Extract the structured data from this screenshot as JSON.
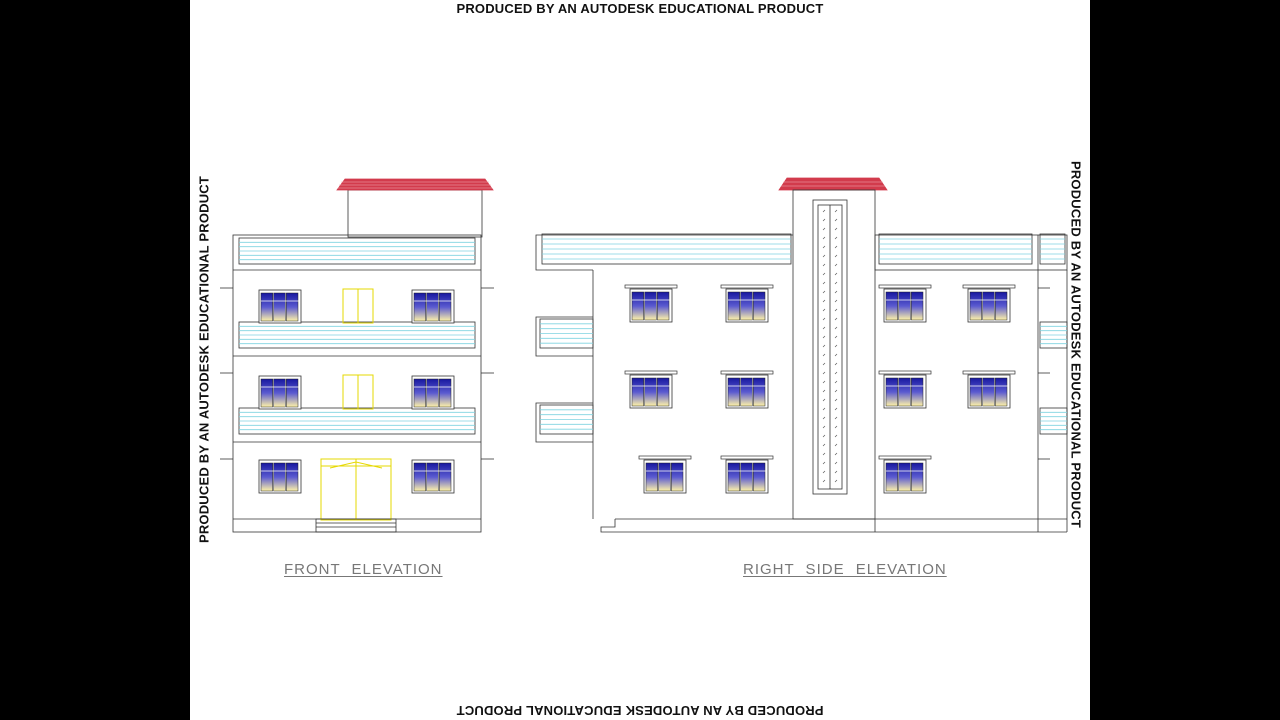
{
  "watermark": {
    "top": "PRODUCED BY AN AUTODESK EDUCATIONAL PRODUCT",
    "bottom": "PRODUCED BY AN AUTODESK EDUCATIONAL PRODUCT",
    "left": "PRODUCED BY AN AUTODESK EDUCATIONAL PRODUCT",
    "right": "PRODUCED BY AN AUTODESK EDUCATIONAL PRODUCT"
  },
  "labels": {
    "front": "FRONT ELEVATION",
    "side": "RIGHT SIDE ELEVATION"
  },
  "colors": {
    "background": "#000000",
    "sheet": "#ffffff",
    "outline": "#333333",
    "roof": "#d23b4c",
    "railing": "#7fd3e0",
    "door": "#e6d800",
    "glass_top": "#1a1aa8",
    "glass_bottom": "#fff5b0"
  }
}
